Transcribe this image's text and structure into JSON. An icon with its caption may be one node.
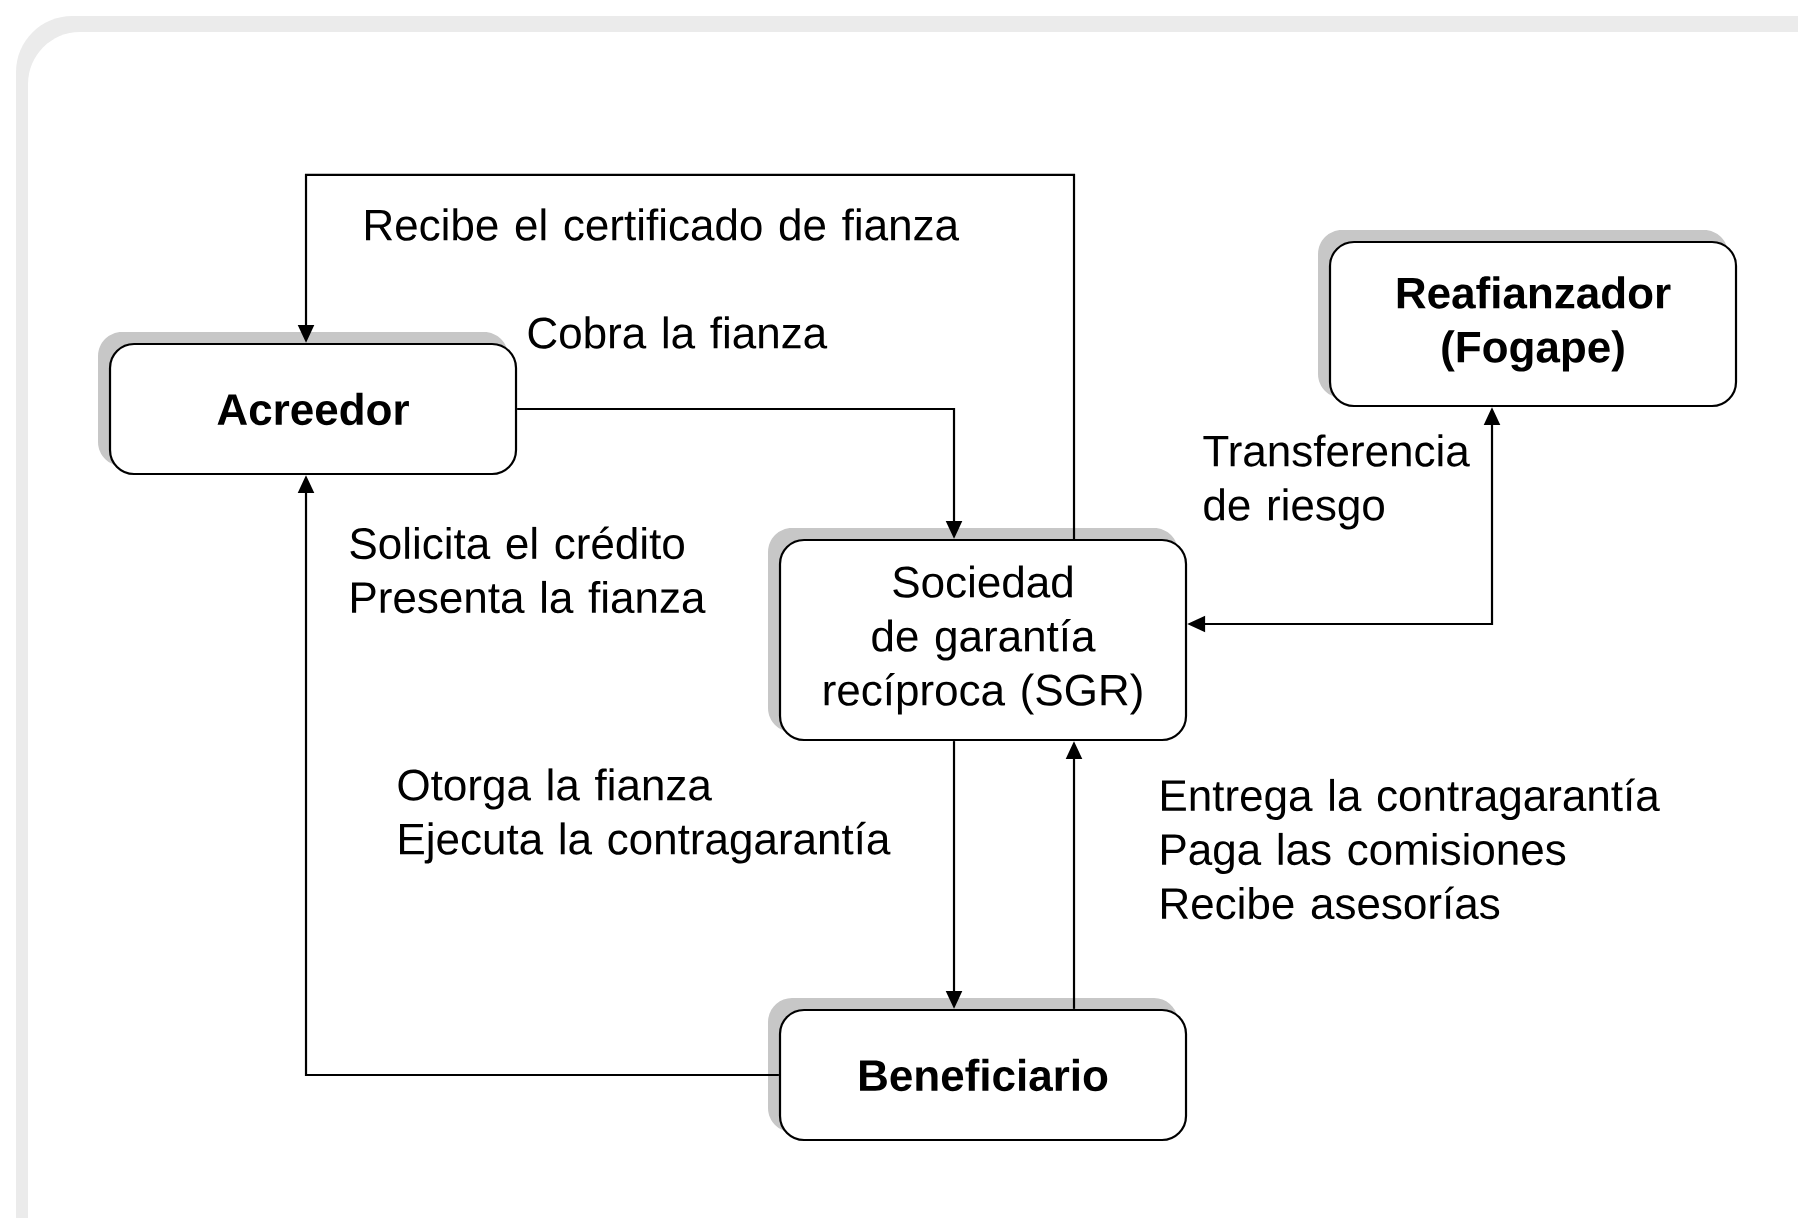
{
  "diagram": {
    "nodes": [
      {
        "text": [
          "Acreedor"
        ]
      },
      {
        "text": [
          "Reafianzador (Fogape)"
        ]
      },
      {
        "text": [
          "Sociedad de garantía recíproca (SGR)"
        ]
      },
      {
        "text": [
          "Beneficiario"
        ]
      }
    ],
    "edges": [
      {
        "from": 2,
        "to": 0,
        "arrow": "to",
        "label": "Recibe el certificado de fianza"
      },
      {
        "from": 0,
        "to": 2,
        "arrow": "to",
        "label": "Cobra la fianza"
      },
      {
        "from": 3,
        "to": 0,
        "arrow": "to",
        "label": "Solicita el crédito Presenta la fianza"
      },
      {
        "from": 2,
        "to": 1,
        "arrow": "both",
        "label": "Transferencia de riesgo"
      },
      {
        "from": 2,
        "to": 3,
        "arrow": "to",
        "label": "Otorga la fianza Ejecuta la contragarantía"
      },
      {
        "from": 3,
        "to": 2,
        "arrow": "to",
        "label": "Entrega la contragarantía Paga las comisiones Recibe asesorías"
      }
    ]
  }
}
